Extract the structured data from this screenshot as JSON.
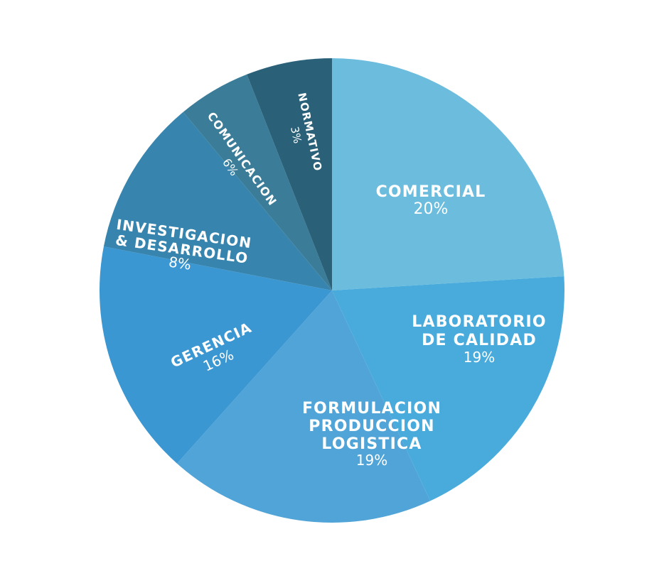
{
  "chart_data": {
    "type": "pie",
    "title": "",
    "slices": [
      {
        "name_lines": [
          "COMERCIAL"
        ],
        "value": 20,
        "percent_label": "20%",
        "color": "#6bbcdd"
      },
      {
        "name_lines": [
          "LABORATORIO",
          "DE CALIDAD"
        ],
        "value": 19,
        "percent_label": "19%",
        "color": "#48abdc"
      },
      {
        "name_lines": [
          "FORMULACION",
          "PRODUCCION",
          "LOGISTICA"
        ],
        "value": 19,
        "percent_label": "19%",
        "color": "#50a4d8"
      },
      {
        "name_lines": [
          "GERENCIA"
        ],
        "value": 16,
        "percent_label": "16%",
        "color": "#3b97d2"
      },
      {
        "name_lines": [
          "INVESTIGACION",
          "& DESARROLLO"
        ],
        "value": 8,
        "percent_label": "8%",
        "color": "#3785ae"
      },
      {
        "name_lines": [
          "COMUNICACION"
        ],
        "value": 6,
        "percent_label": "6%",
        "color": "#3b7d98"
      },
      {
        "name_lines": [
          "NORMATIVO"
        ],
        "value": 3,
        "percent_label": "3%",
        "color": "#2a6179"
      }
    ]
  }
}
